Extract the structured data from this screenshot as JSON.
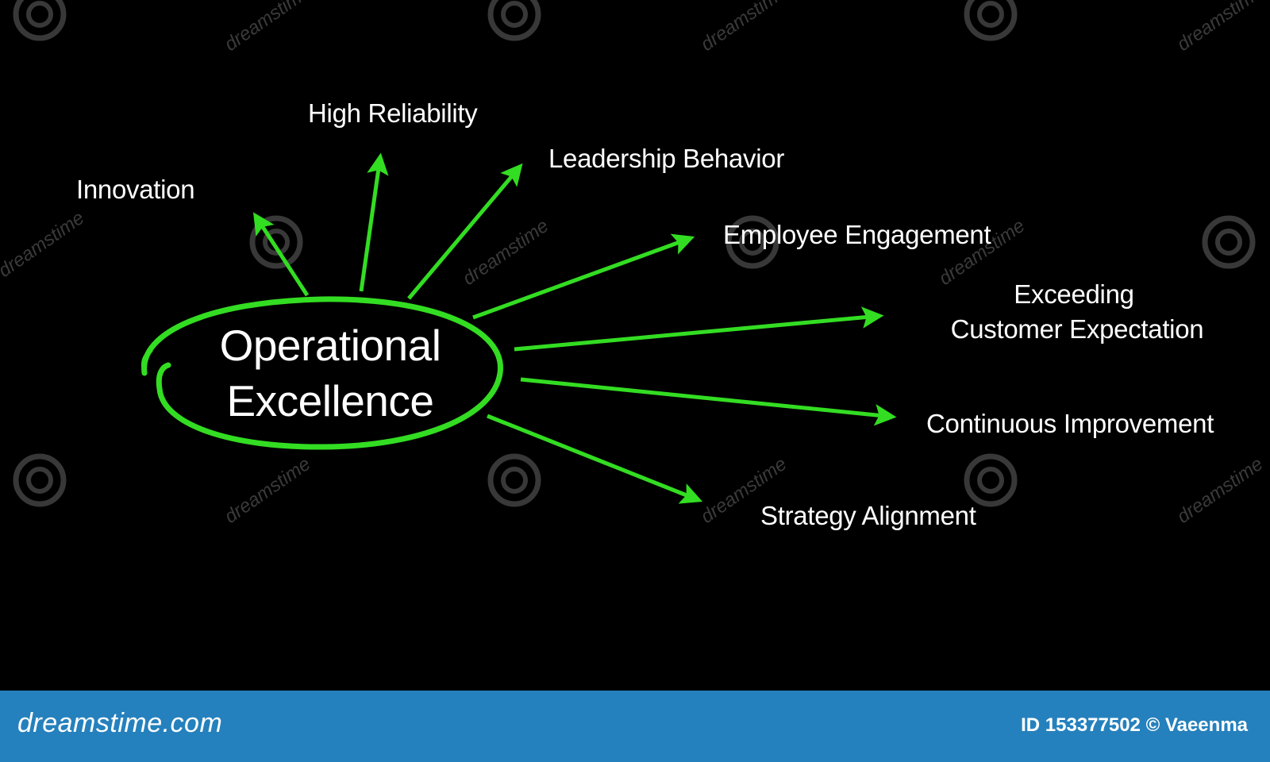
{
  "diagram": {
    "center": {
      "line1": "Operational",
      "line2": "Excellence"
    },
    "nodes": [
      {
        "lines": [
          "Innovation"
        ]
      },
      {
        "lines": [
          "High Reliability"
        ]
      },
      {
        "lines": [
          "Leadership Behavior"
        ]
      },
      {
        "lines": [
          "Employee Engagement"
        ]
      },
      {
        "lines": [
          "Exceeding",
          "Customer Expectation"
        ]
      },
      {
        "lines": [
          "Continuous Improvement"
        ]
      },
      {
        "lines": [
          "Strategy Alignment"
        ]
      }
    ],
    "colors": {
      "background": "#000000",
      "accent": "#33dd22",
      "text": "#ffffff"
    }
  },
  "watermark": {
    "text": "dreamstime",
    "icon": "spiral-logo-icon"
  },
  "footer": {
    "brand": "dreamstime.com",
    "credit": "ID 153377502 © Vaeenma",
    "color": "#2581bd"
  }
}
